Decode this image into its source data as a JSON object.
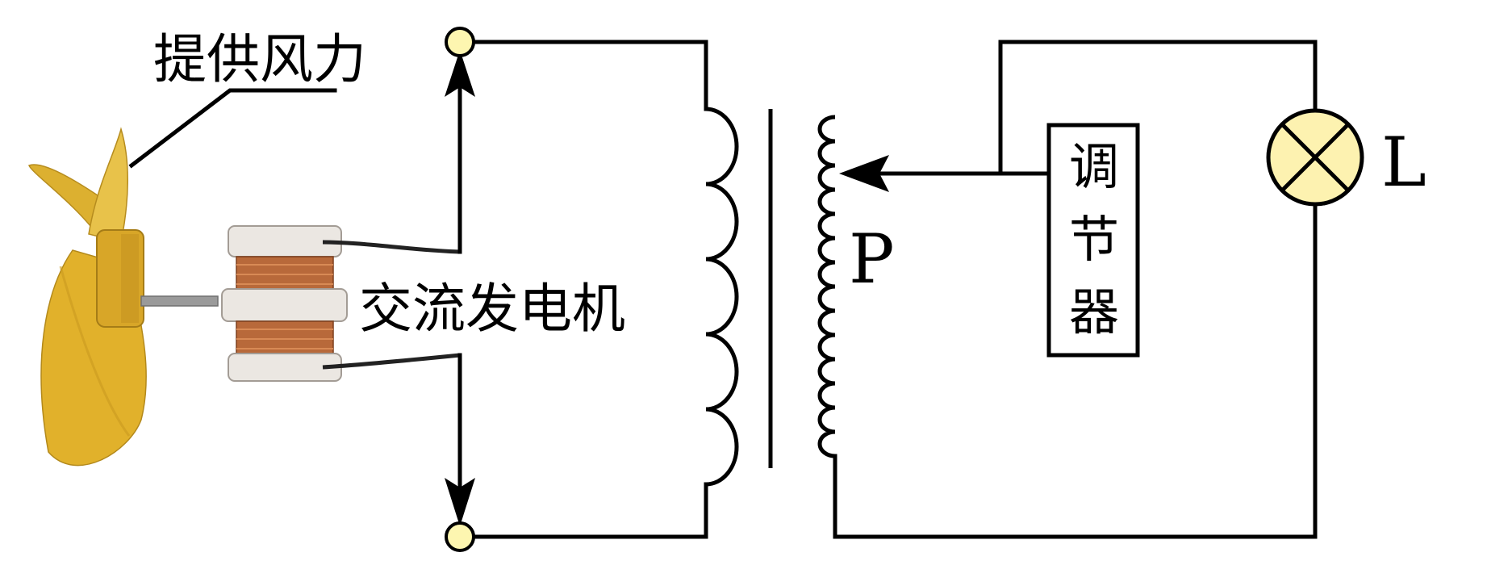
{
  "labels": {
    "wind": "提供风力",
    "generator": "交流发电机",
    "regulator": [
      "调",
      "节",
      "器"
    ],
    "tap": "P",
    "lamp": "L"
  },
  "colors": {
    "terminal_fill": "#fdf6b0",
    "lamp_fill": "#fdf2b0",
    "fan_yellow": "#e3b62e",
    "copper": "#b86a3c",
    "bobbin": "#e8e4df"
  },
  "icons": {
    "fan": "fan-icon",
    "generator": "generator-coil-icon",
    "lamp": "lamp-icon"
  }
}
